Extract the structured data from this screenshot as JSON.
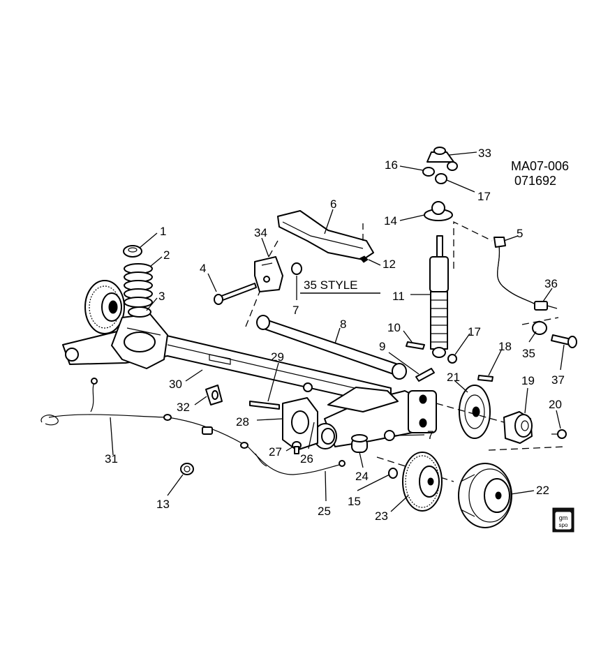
{
  "diagram": {
    "drawing_code": "MA07-006",
    "date_code": "071692",
    "style_note": "35 STYLE",
    "logo_text": [
      "gm",
      "spo"
    ],
    "callouts": [
      "1",
      "2",
      "3",
      "4",
      "5",
      "6",
      "7",
      "8",
      "9",
      "10",
      "11",
      "12",
      "13",
      "14",
      "15",
      "16",
      "17",
      "18",
      "19",
      "20",
      "21",
      "22",
      "23",
      "24",
      "25",
      "26",
      "27",
      "28",
      "29",
      "30",
      "31",
      "32",
      "33",
      "34",
      "35",
      "36",
      "37"
    ]
  }
}
